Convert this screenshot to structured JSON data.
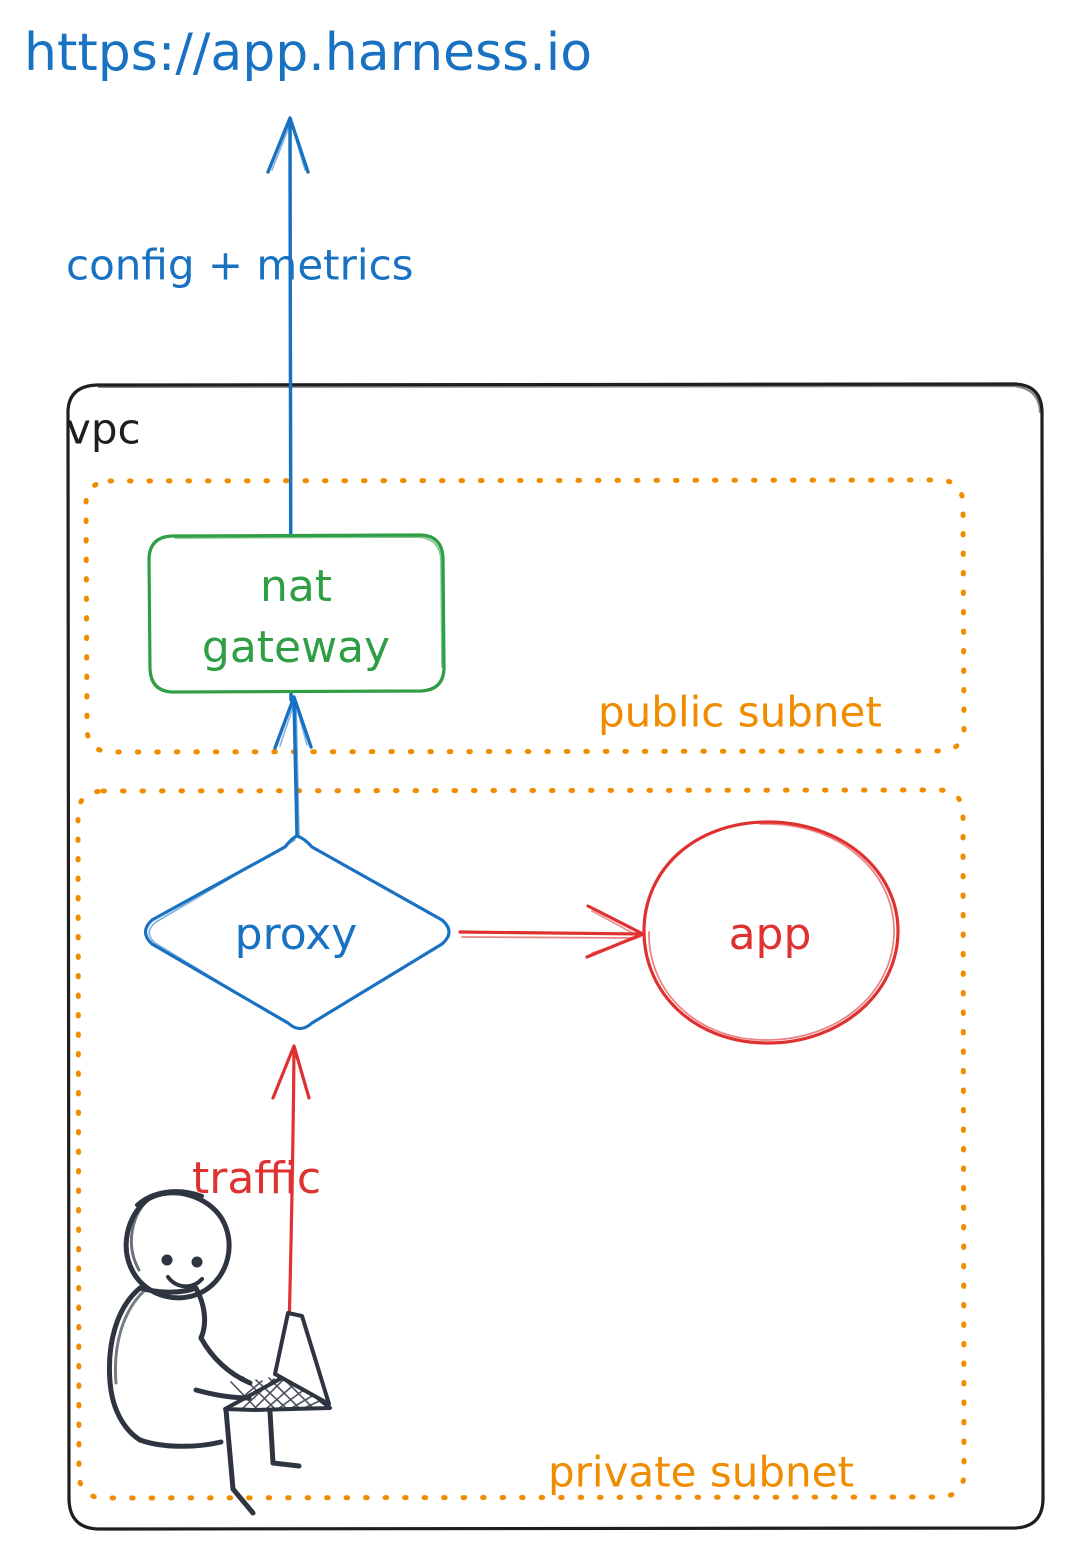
{
  "diagram": {
    "title_url": "https://app.harness.io",
    "colors": {
      "blue": "#1971c2",
      "green": "#2f9e44",
      "red": "#e03131",
      "orange": "#f08c00",
      "black": "#1e1e1e",
      "background": "#ffffff"
    },
    "labels": {
      "url": "https://app.harness.io",
      "config_metrics": "config  +  metrics",
      "vpc": "vpc",
      "nat_gateway_line1": "nat",
      "nat_gateway_line2": "gateway",
      "public_subnet": "public subnet",
      "private_subnet": "private subnet",
      "proxy": "proxy",
      "app": "app",
      "traffic": "traffic"
    },
    "nodes": [
      {
        "id": "url",
        "label": "https://app.harness.io",
        "shape": "text",
        "color": "#1971c2"
      },
      {
        "id": "nat-gateway",
        "label": "nat gateway",
        "shape": "rounded-rect",
        "color": "#2f9e44"
      },
      {
        "id": "proxy",
        "label": "proxy",
        "shape": "diamond",
        "color": "#1971c2"
      },
      {
        "id": "app",
        "label": "app",
        "shape": "ellipse",
        "color": "#e03131"
      },
      {
        "id": "user",
        "label": "person with laptop",
        "shape": "figure",
        "color": "#1e1e1e"
      }
    ],
    "containers": [
      {
        "id": "vpc",
        "label": "vpc",
        "style": "solid",
        "color": "#1e1e1e"
      },
      {
        "id": "public-subnet",
        "label": "public subnet",
        "style": "dotted",
        "color": "#f08c00"
      },
      {
        "id": "private-subnet",
        "label": "private subnet",
        "style": "dotted",
        "color": "#f08c00"
      }
    ],
    "edges": [
      {
        "id": "nat-to-url",
        "from": "nat-gateway",
        "to": "url",
        "label": "config  +  metrics",
        "color": "#1971c2"
      },
      {
        "id": "proxy-to-nat",
        "from": "proxy",
        "to": "nat-gateway",
        "label": "",
        "color": "#1971c2"
      },
      {
        "id": "proxy-to-app",
        "from": "proxy",
        "to": "app",
        "label": "",
        "color": "#e03131"
      },
      {
        "id": "user-to-proxy",
        "from": "user",
        "to": "proxy",
        "label": "traffic",
        "color": "#e03131"
      }
    ]
  }
}
